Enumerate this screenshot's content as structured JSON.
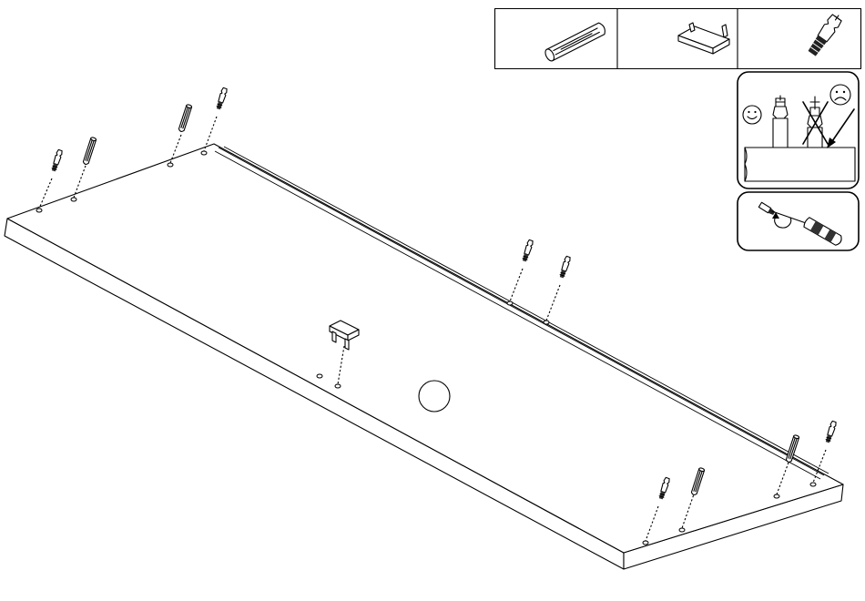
{
  "figure": {
    "kind": "assembly-instruction-step",
    "parts_legend": [
      {
        "icon": "wooden-dowel-icon",
        "label": ""
      },
      {
        "icon": "plastic-connector-icon",
        "label": ""
      },
      {
        "icon": "cam-bolt-icon",
        "label": ""
      }
    ],
    "tips": [
      {
        "icon": "bolt-depth-tip-icon",
        "correct": "happy-face-icon",
        "incorrect": "sad-face-icon"
      },
      {
        "icon": "screwdriver-rotate-icon"
      }
    ],
    "hardware_on_panel": {
      "cam_bolts": 6,
      "dowels": 4,
      "plastic_connectors": 1
    },
    "step_marker": ""
  },
  "colors": {
    "line": "#000000",
    "background": "#ffffff",
    "pin_shade": "#555555"
  }
}
